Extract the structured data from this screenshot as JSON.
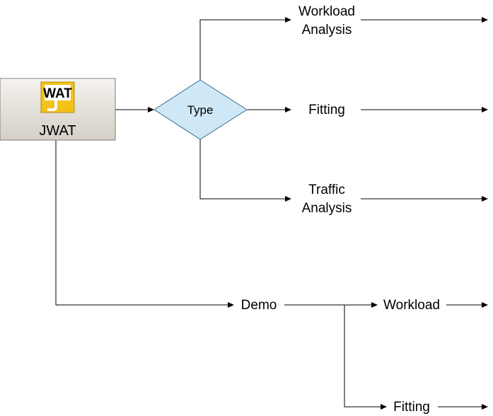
{
  "nodes": {
    "jwat": {
      "label": "JWAT",
      "logo_text": "WAT",
      "logo_letter": "J"
    },
    "type": {
      "label": "Type"
    },
    "workload_analysis": {
      "line1": "Workload",
      "line2": "Analysis"
    },
    "fitting": {
      "label": "Fitting"
    },
    "traffic_analysis": {
      "line1": "Traffic",
      "line2": "Analysis"
    },
    "demo": {
      "label": "Demo"
    },
    "demo_workload": {
      "label": "Workload"
    },
    "demo_fitting": {
      "label": "Fitting"
    }
  },
  "colors": {
    "decision_fill": "#cfe8f7",
    "decision_stroke": "#3b6c8e",
    "button_fill_top": "#f4f2ee",
    "button_fill_bottom": "#d7d3cb",
    "logo_yellow": "#f2c21b",
    "line": "#000000"
  }
}
